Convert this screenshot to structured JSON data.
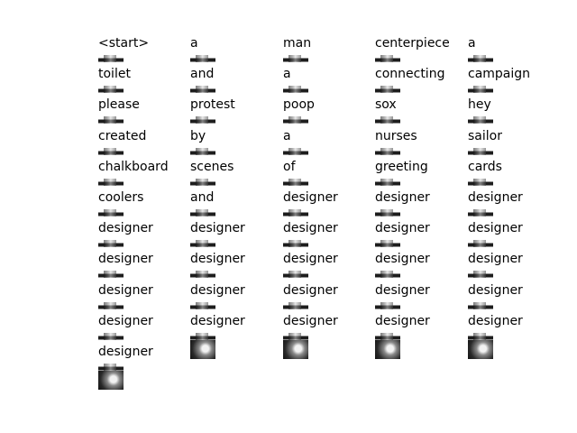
{
  "columns": [
    {
      "words": [
        "<start>",
        "toilet",
        "please",
        "created",
        "chalkboard",
        "coolers",
        "designer",
        "designer",
        "designer",
        "designer",
        "designer"
      ]
    },
    {
      "words": [
        "a",
        "and",
        "protest",
        "by",
        "scenes",
        "and",
        "designer",
        "designer",
        "designer",
        "designer"
      ]
    },
    {
      "words": [
        "man",
        "a",
        "poop",
        "a",
        "of",
        "designer",
        "designer",
        "designer",
        "designer",
        "designer"
      ]
    },
    {
      "words": [
        "centerpiece",
        "connecting",
        "sox",
        "nurses",
        "greeting",
        "designer",
        "designer",
        "designer",
        "designer",
        "designer"
      ]
    },
    {
      "words": [
        "a",
        "campaign",
        "hey",
        "sailor",
        "cards",
        "designer",
        "designer",
        "designer",
        "designer",
        "designer"
      ]
    }
  ],
  "thumbnail_icon": "attention-map-thumbnail-icon"
}
